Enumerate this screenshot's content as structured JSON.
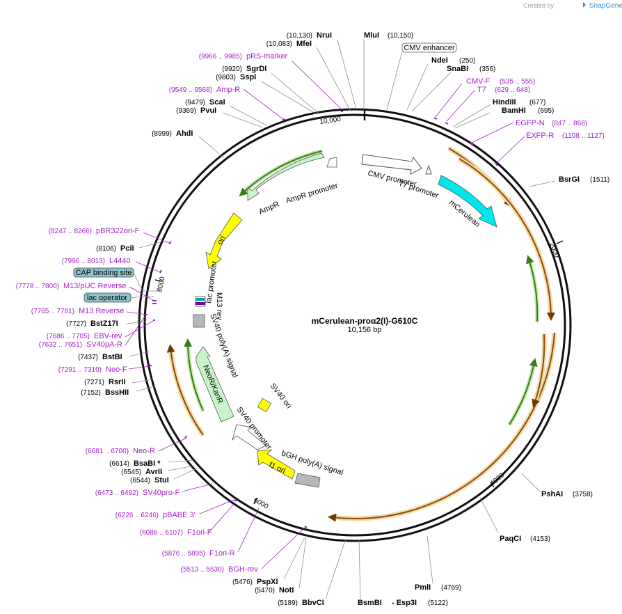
{
  "credit": {
    "prefix": "Created by",
    "brand": "SnapGene"
  },
  "plasmid": {
    "name": "mCerulean-proα2(I)-G610C",
    "size_label": "10,156 bp"
  },
  "ticks": {
    "t2000": "2000",
    "t4000": "4000",
    "t6000": "6000",
    "t8000": "8000",
    "t10000": "10,000"
  },
  "enzymes": {
    "nrui": {
      "name": "NruI",
      "pos": "(10,130)"
    },
    "mlui": {
      "name": "MluI",
      "pos": "(10,150)"
    },
    "mfei": {
      "name": "MfeI",
      "pos": "(10,083)"
    },
    "sgrdi": {
      "name": "SgrDI",
      "pos": "(9920)"
    },
    "sspi": {
      "name": "SspI",
      "pos": "(9803)"
    },
    "scai": {
      "name": "ScaI",
      "pos": "(9479)"
    },
    "pvui": {
      "name": "PvuI",
      "pos": "(9369)"
    },
    "ahdi": {
      "name": "AhdI",
      "pos": "(8999)"
    },
    "ndei": {
      "name": "NdeI",
      "pos": "(250)"
    },
    "snabi": {
      "name": "SnaBI",
      "pos": "(356)"
    },
    "hindiii": {
      "name": "HindIII",
      "pos": "(677)"
    },
    "bamhi": {
      "name": "BamHI",
      "pos": "(695)"
    },
    "bsrgi": {
      "name": "BsrGI",
      "pos": "(1511)"
    },
    "pshai": {
      "name": "PshAI",
      "pos": "(3758)"
    },
    "paqci": {
      "name": "PaqCI",
      "pos": "(4153)"
    },
    "pmli": {
      "name": "PmlI",
      "pos": "(4769)"
    },
    "bsmbi": {
      "name": "BsmBI",
      "extra": "- Esp3I",
      "pos": "(5122)"
    },
    "bbvci": {
      "name": "BbvCI",
      "pos": "(5189)"
    },
    "noti": {
      "name": "NotI",
      "pos": "(5470)"
    },
    "pspxi": {
      "name": "PspXI",
      "pos": "(5476)"
    },
    "stui": {
      "name": "StuI",
      "pos": "(6544)"
    },
    "avrii": {
      "name": "AvrII",
      "pos": "(6545)"
    },
    "bsabi": {
      "name": "BsaBI *",
      "pos": "(6614)"
    },
    "bsshii": {
      "name": "BssHII",
      "pos": "(7152)"
    },
    "rsrii": {
      "name": "RsrII",
      "pos": "(7271)"
    },
    "bstbi": {
      "name": "BstBI",
      "pos": "(7437)"
    },
    "bstz17i": {
      "name": "BstZ17I",
      "pos": "(7727)"
    },
    "pcii": {
      "name": "PciI",
      "pos": "(8106)"
    }
  },
  "primers": {
    "prs": {
      "name": "pRS-marker",
      "pos": "(9966 .. 9985)"
    },
    "ampr": {
      "name": "Amp-R",
      "pos": "(9549 .. 9568)"
    },
    "cmvf": {
      "name": "CMV-F",
      "pos": "(535 .. 555)"
    },
    "t7": {
      "name": "T7",
      "pos": "(629 .. 648)"
    },
    "egfpn": {
      "name": "EGFP-N",
      "pos": "(847 .. 868)"
    },
    "exfpr": {
      "name": "EXFP-R",
      "pos": "(1108 .. 1127)"
    },
    "pbr": {
      "name": "pBR322ori-F",
      "pos": "(8247 .. 8266)"
    },
    "l4440": {
      "name": "L4440",
      "pos": "(7996 .. 8013)"
    },
    "m13puc": {
      "name": "M13/pUC Reverse",
      "pos": "(7778 .. 7800)"
    },
    "m13rev": {
      "name": "M13 Reverse",
      "pos": "(7765 .. 7781)"
    },
    "ebv": {
      "name": "EBV-rev",
      "pos": "(7686 .. 7705)"
    },
    "sv40pa": {
      "name": "SV40pA-R",
      "pos": "(7632 .. 7651)"
    },
    "neof": {
      "name": "Neo-F",
      "pos": "(7291 .. 7310)"
    },
    "neor": {
      "name": "Neo-R",
      "pos": "(6681 .. 6700)"
    },
    "sv40pro": {
      "name": "SV40pro-F",
      "pos": "(6473 .. 6492)"
    },
    "pbabe": {
      "name": "pBABE 3'",
      "pos": "(6226 .. 6246)"
    },
    "f1of": {
      "name": "F1ori-F",
      "pos": "(6086 .. 6107)"
    },
    "f1or": {
      "name": "F1ori-R",
      "pos": "(5876 .. 5895)"
    },
    "bgh": {
      "name": "BGH-rev",
      "pos": "(5513 .. 5530)"
    }
  },
  "boxed_features": {
    "cmv_enhancer": "CMV enhancer",
    "cap": "CAP binding site",
    "lacop": "lac operator"
  },
  "features": {
    "cmv_promoter": "CMV promoter",
    "t7_promoter": "T7 promoter",
    "mcerulean": "mCerulean",
    "ampr": "AmpR",
    "ampr_promoter": "AmpR promoter",
    "ori": "ori",
    "lac_promoter": "lac promoter",
    "m13rev": "M13 rev",
    "sv40_polya": "SV40 poly(A) signal",
    "neor": "NeoR/KanR",
    "sv40_ori": "SV40 ori",
    "sv40_promoter": "SV40 promoter",
    "f1ori": "f1 ori",
    "bgh": "bGH poly(A) signal"
  },
  "colors": {
    "primer": "#a020c8",
    "orf_orange": "#e8a23a",
    "orf_fill": "#9a5a10",
    "green_orf": "#5aa02a",
    "cerulean": "#00e5ee",
    "ori": "#ffff00",
    "ampr": "#c8f5c8",
    "box_fill": "#8cc4cc"
  }
}
